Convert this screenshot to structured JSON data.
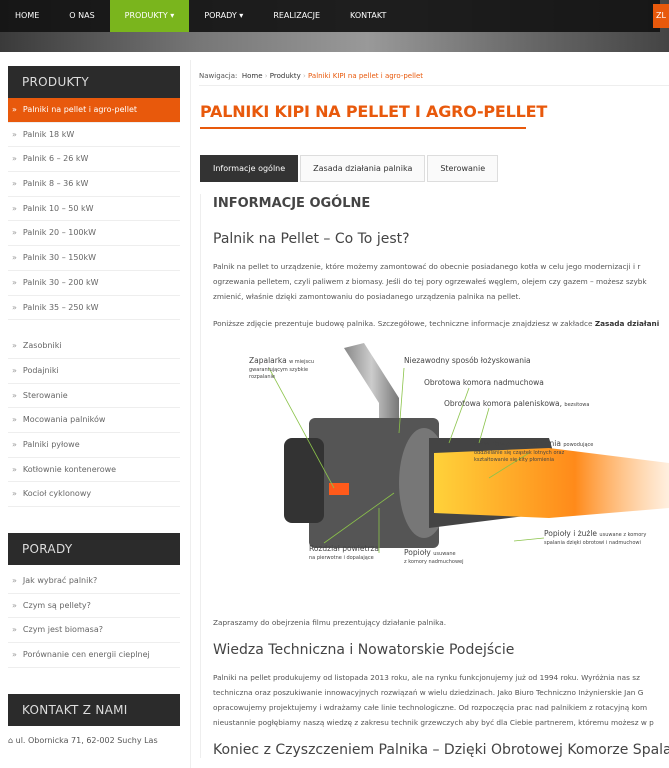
{
  "nav": {
    "items": [
      "HOME",
      "O NAS",
      "PRODUKTY ▾",
      "PORADY ▾",
      "REALIZACJE",
      "KONTAKT"
    ],
    "cta": "ZL"
  },
  "sidebar": {
    "products_title": "PRODUKTY",
    "products": [
      "Palniki na pellet i agro-pellet",
      "Palnik 18 kW",
      "Palnik 6 – 26 kW",
      "Palnik 8 – 36 kW",
      "Palnik 10 – 50 kW",
      "Palnik 20 – 100kW",
      "Palnik 30 – 150kW",
      "Palnik 30 – 200 kW",
      "Palnik 35 – 250 kW"
    ],
    "other": [
      "Zasobniki",
      "Podajniki",
      "Sterowanie",
      "Mocowania palników",
      "Palniki pyłowe",
      "Kotłownie kontenerowe",
      "Kocioł cyklonowy"
    ],
    "advice_title": "PORADY",
    "advice": [
      "Jak wybrać palnik?",
      "Czym są pellety?",
      "Czym jest biomasa?",
      "Porównanie cen energii cieplnej"
    ],
    "contact_title": "KONTAKT Z NAMI",
    "address": "ul. Obornicka 71, 62-002 Suchy Las"
  },
  "breadcrumb": {
    "label": "Nawigacja:",
    "home": "Home",
    "section": "Produkty",
    "current": "Palniki KIPI na pellet i agro-pellet"
  },
  "page_title": "PALNIKI KIPI NA PELLET I AGRO-PELLET",
  "tabs": [
    "Informacje ogólne",
    "Zasada działania palnika",
    "Sterowanie"
  ],
  "content": {
    "section_title": "INFORMACJE OGÓLNE",
    "h_what": "Palnik na Pellet  – Co To jest?",
    "p1": [
      "Palnik na pellet to  urządzenie, które możemy zamontować do obecnie posiadanego kotła w celu jego modernizacji i r",
      "ogrzewania pelletem, czyli paliwem z biomasy.  Jeśli do tej pory ogrzewałeś węglem, olejem czy gazem – możesz szybk",
      "zmienić, właśnie dzięki zamontowaniu do posiadanego urządzenia palnika na pellet."
    ],
    "p2": "Poniższe zdjęcie prezentuje budowę palnika. Szczegółowe, techniczne informacje znajdziesz w zakładce ",
    "p2_bold": "Zasada działani",
    "diagram": {
      "l1a": "Zapalarka",
      "l1b": "w miejscu",
      "l1c": "gwarantującym szybkie",
      "l1d": "rozpalanie",
      "l2": "Niezawodny sposób łożyskowania",
      "l3": "Obrotowa komora nadmuchowa",
      "l4a": "Obrotowa komora paleniskowa,",
      "l4b": "bezsitowa",
      "l5a": "Zawirowanie płomienia",
      "l5b": "powodujące",
      "l5c": "oddzielanie się cząstek lotnych oraz",
      "l5d": "kształtowanie się kity płomienia",
      "l6a": "Popioły i żużle",
      "l6b": "usuwane z komory",
      "l6c": "spalania dzięki obrotowi i nadmuchowi",
      "l7a": "Rozdział powietrza",
      "l7b": "na pierwotne i dopalające",
      "l8a": "Popioły",
      "l8b": "usuwane",
      "l8c": "z komory nadmuchowej"
    },
    "p3": "Zapraszamy do obejrzenia  filmu prezentujący działanie palnika.",
    "h_tech": "Wiedza Techniczna i Nowatorskie Podejście",
    "p4": [
      "Palniki na pellet produkujemy od listopada 2013 roku, ale na rynku funkcjonujemy już od 1994 roku. Wyróżnia nas sz",
      "techniczna oraz poszukiwanie innowacyjnych rozwiązań w wielu dziedzinach. Jako Biuro Techniczno Inżynierskie Jan G",
      "opracowujemy projektujemy i wdrażamy całe linie technologiczne. Od rozpoczęcia prac nad palnikiem z rotacyjną kom",
      "nieustannie pogłębiamy naszą wiedzę z zakresu technik grzewczych aby być dla Ciebie partnerem, któremu możesz w p"
    ],
    "h_clean": "Koniec z Czyszczeniem Palnika – Dzięki Obrotowej Komorze Spalania"
  }
}
